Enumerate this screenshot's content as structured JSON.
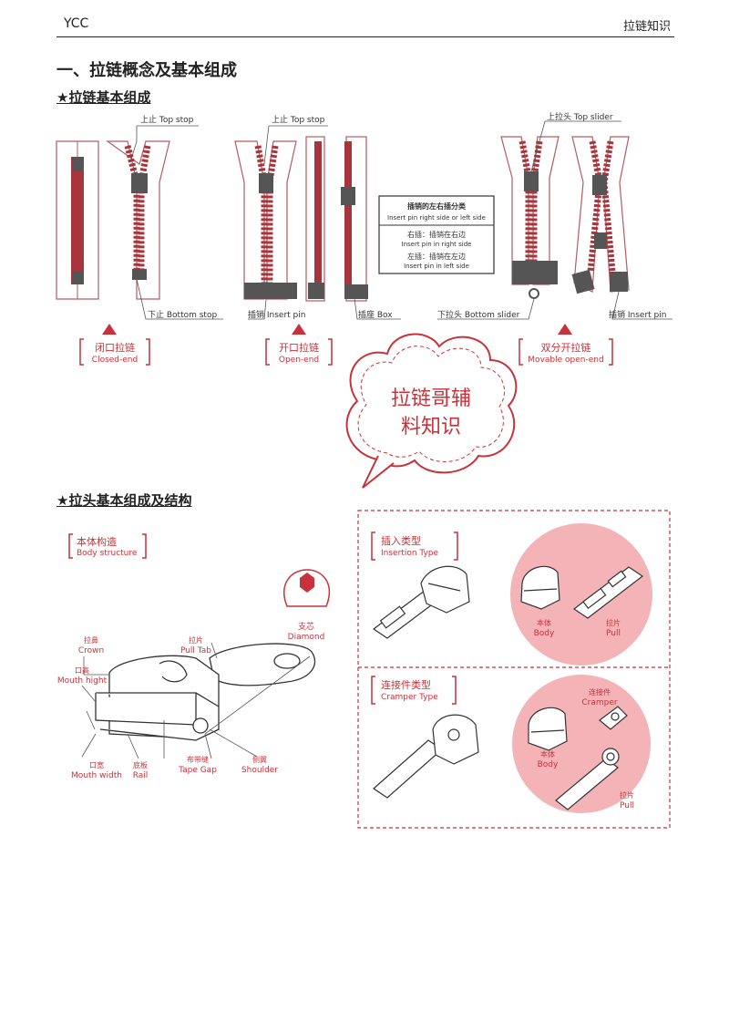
{
  "header": {
    "left": "YCC",
    "right": "拉链知识"
  },
  "section_title": "一、拉链概念及基本组成",
  "sub1": "★拉链基本组成",
  "sub2": "★拉头基本组成及结构",
  "zip_labels": {
    "top_stop_1": "上止  Top stop",
    "top_stop_2": "上止  Top stop",
    "top_slider": "上拉头  Top slider",
    "bottom_stop": "下止  Bottom stop",
    "insert_pin_1": "插销  Insert pin",
    "box": "插座  Box",
    "bottom_slider": "下拉头  Bottom slider",
    "insert_pin_2": "插销  Insert pin"
  },
  "pin_box": {
    "title": "插销的左右插分类",
    "title_en": "Insert pin right side or left side",
    "right_cn": "右插：插销在右边",
    "right_en": "Insert pin in right side",
    "left_cn": "左插：插销在左边",
    "left_en": "Insert pin in left side"
  },
  "types": [
    {
      "cn": "闭口拉链",
      "en": "Closed-end"
    },
    {
      "cn": "开口拉链",
      "en": "Open-end"
    },
    {
      "cn": "双分开拉链",
      "en": "Movable open-end"
    }
  ],
  "cloud": {
    "line1": "拉链哥辅",
    "line2": "料知识"
  },
  "slider": {
    "body_cn": "本体构造",
    "body_en": "Body  structure",
    "crown_cn": "拉鼻",
    "crown_en": "Crown",
    "pulltab_cn": "拉片",
    "pulltab_en": "Pull Tab",
    "mouth_h_cn": "口高",
    "mouth_h_en": "Mouth hight",
    "diamond_cn": "支芯",
    "diamond_en": "Diamond",
    "mouth_w_cn": "口宽",
    "mouth_w_en": "Mouth width",
    "rail_cn": "底板",
    "rail_en": "Rail",
    "tapegap_cn": "布带缝",
    "tapegap_en": "Tape Gap",
    "shoulder_cn": "侧翼",
    "shoulder_en": "Shoulder"
  },
  "insertion": {
    "cn": "插入类型",
    "en": "Insertion Type",
    "body_cn": "本体",
    "body_en": "Body",
    "pull_cn": "拉片",
    "pull_en": "Pull"
  },
  "cramper": {
    "cn": "连接件类型",
    "en": "Cramper  Type",
    "cramp_cn": "连接件",
    "cramp_en": "Cramper",
    "body_cn": "本体",
    "body_en": "Body",
    "pull_cn": "拉片",
    "pull_en": "Pull"
  },
  "colors": {
    "accent": "#c8323a",
    "pink": "#f4b3b7",
    "tooth": "#a8343c"
  }
}
